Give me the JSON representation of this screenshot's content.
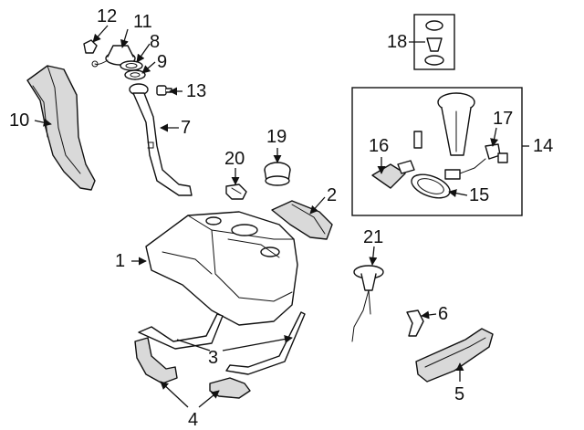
{
  "callouts": {
    "c1": "1",
    "c2": "2",
    "c3": "3",
    "c4": "4",
    "c5": "5",
    "c6": "6",
    "c7": "7",
    "c8": "8",
    "c9": "9",
    "c10": "10",
    "c11": "11",
    "c12": "12",
    "c13": "13",
    "c14": "14",
    "c15": "15",
    "c16": "16",
    "c17": "17",
    "c18": "18",
    "c19": "19",
    "c20": "20",
    "c21": "21"
  },
  "colors": {
    "line": "#111111",
    "shade": "#d9d9d9",
    "background": "#ffffff"
  }
}
